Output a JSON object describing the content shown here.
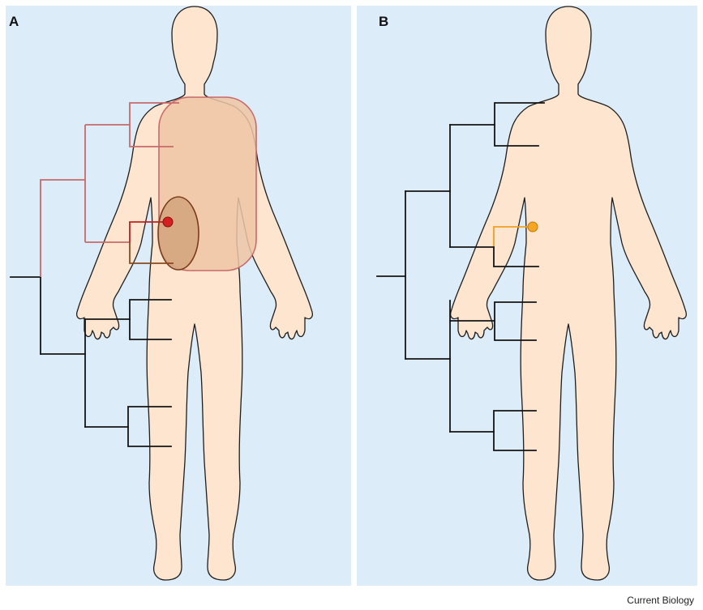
{
  "panels": [
    {
      "id": "A",
      "label": "A"
    },
    {
      "id": "B",
      "label": "B"
    }
  ],
  "credit": "Current Biology",
  "colors": {
    "background": "#dcecf8",
    "body_fill": "#fde5cf",
    "large_region_fill": "#eec6a4",
    "large_region_stroke": "#c86a6a",
    "small_region_fill": "#d4a680",
    "small_region_stroke": "#7a3c1a",
    "red_marker": "#d42020",
    "orange_marker": "#f5a623",
    "tree_black": "#141414"
  }
}
